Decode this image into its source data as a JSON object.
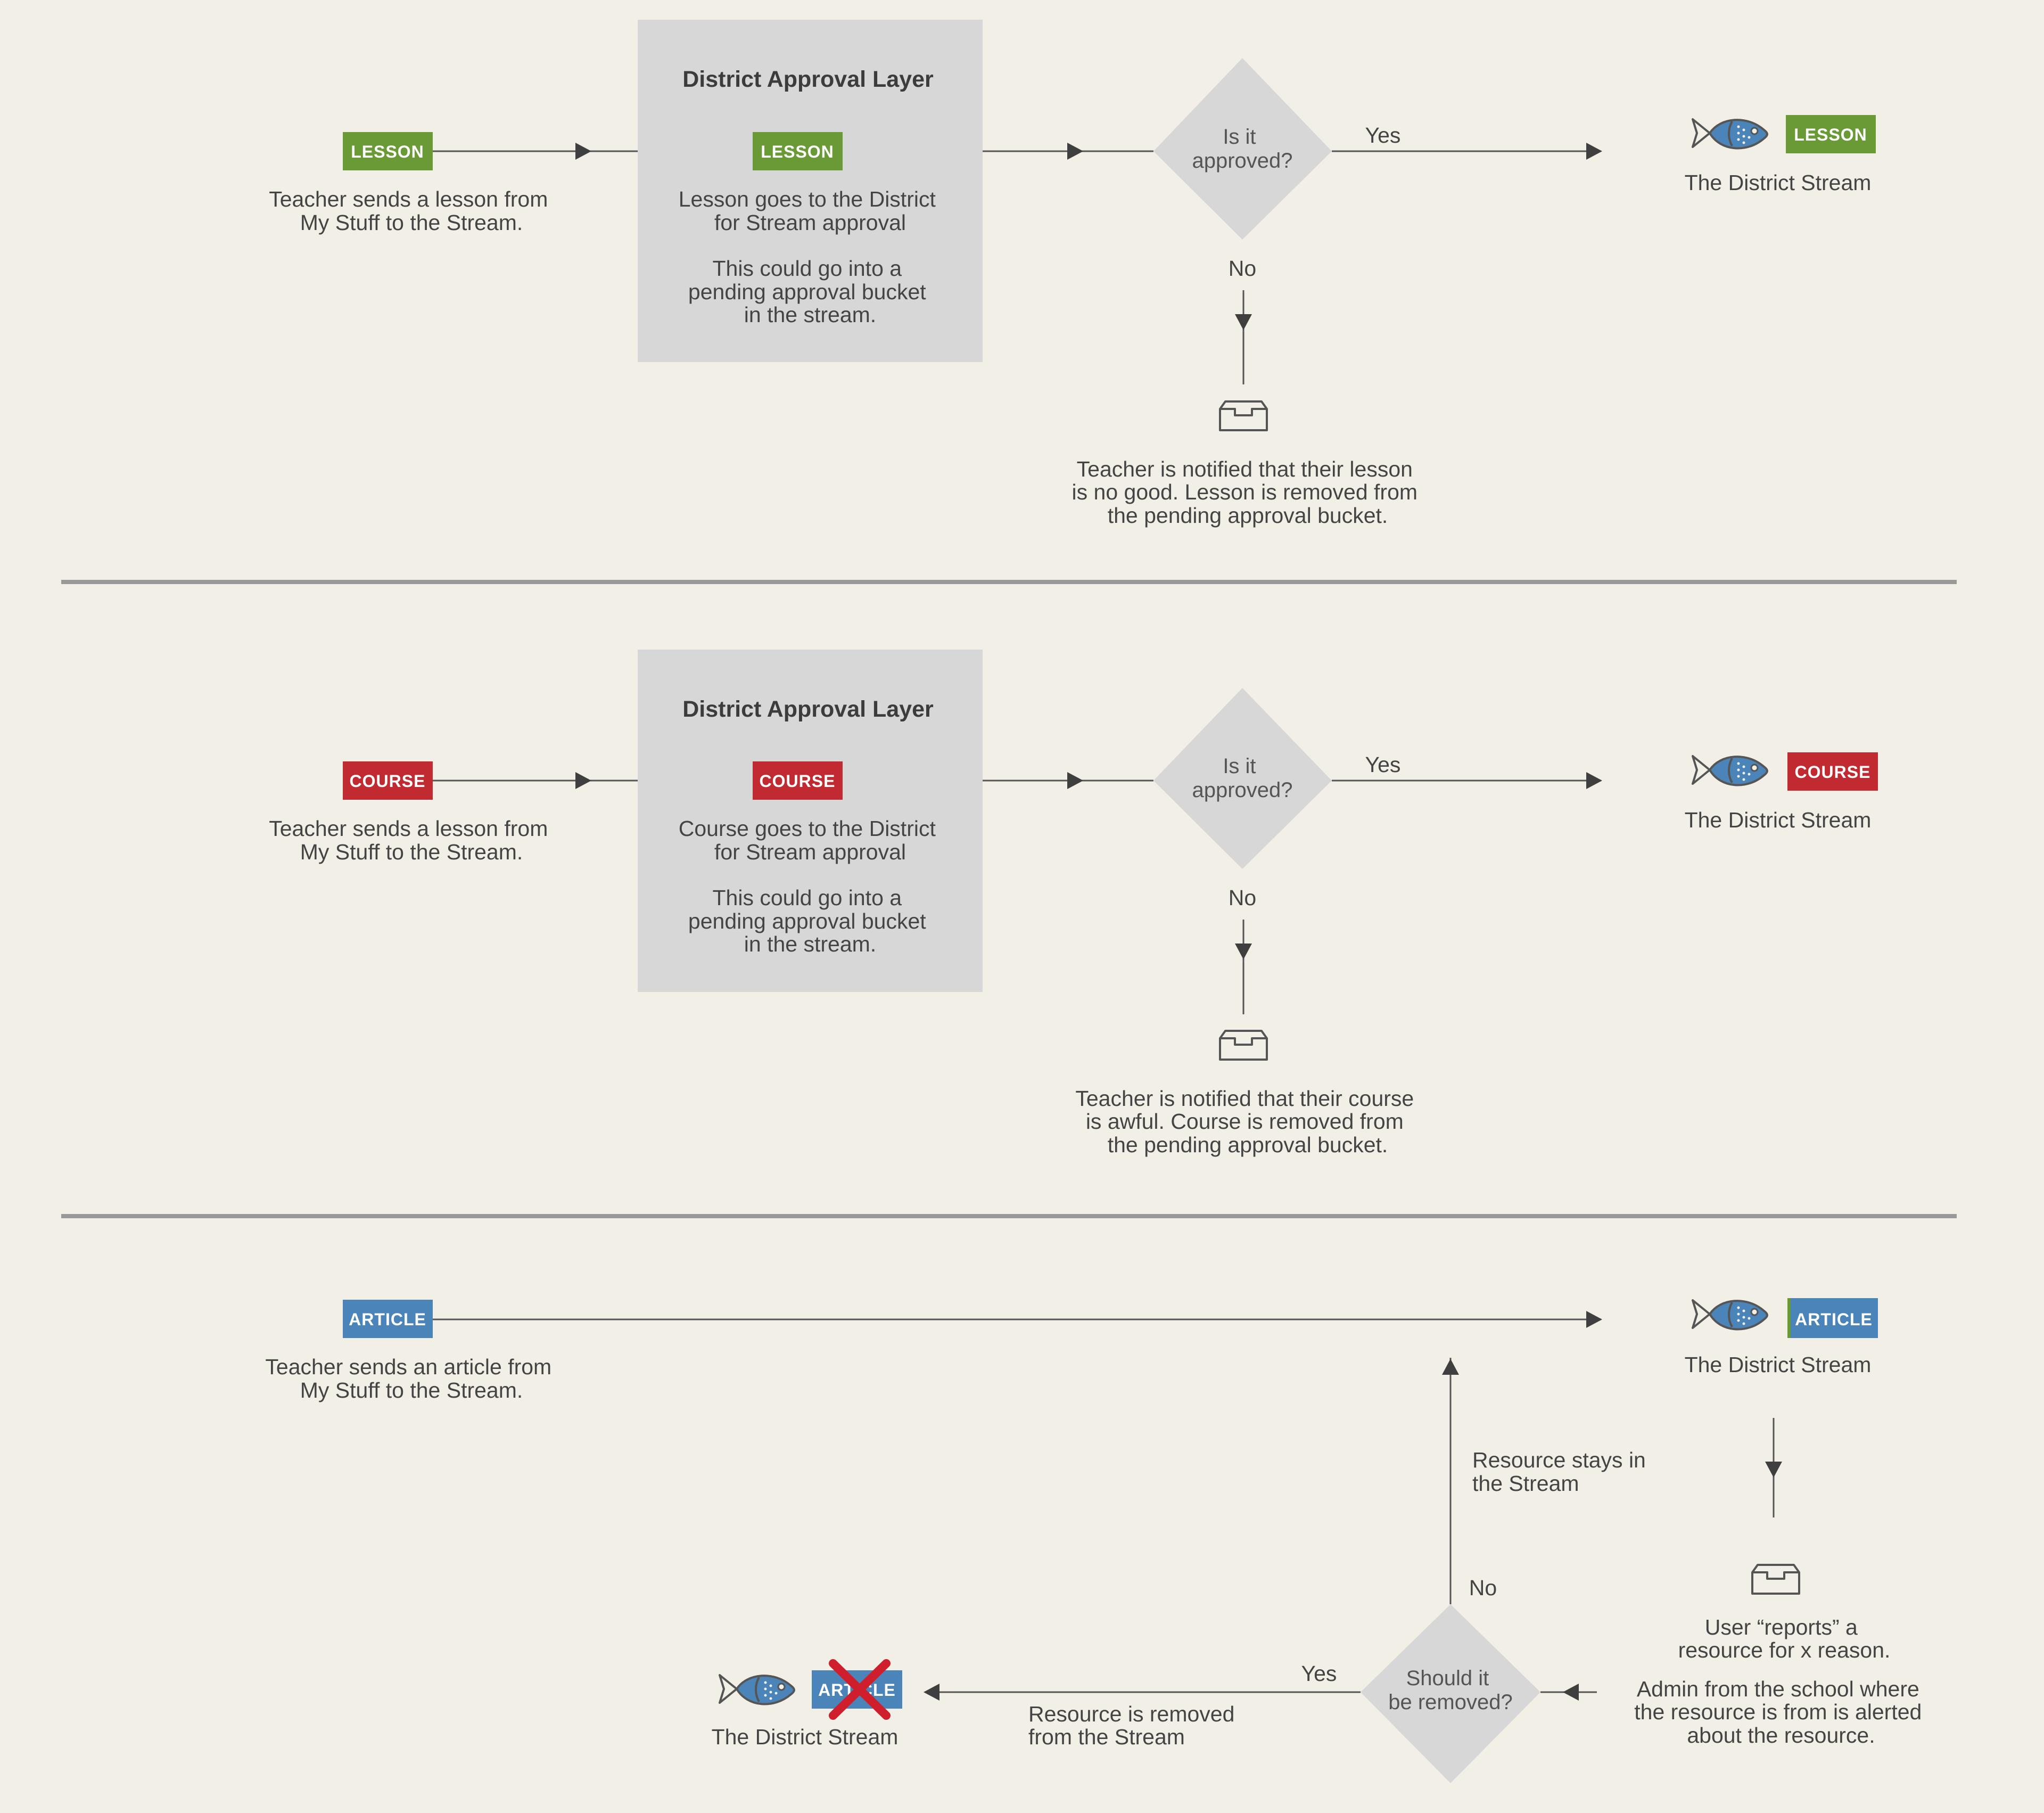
{
  "colors": {
    "background": "#f2f0e6",
    "approval_box": "#d7d7d7",
    "decision_diamond": "#d7d7d7",
    "lesson_tag": "#6a9a35",
    "course_tag": "#c12a30",
    "article_tag": "#4a84b8",
    "fish_body": "#4a84b8",
    "removed_cross": "#d01f2c",
    "separator": "#999999"
  },
  "lesson_flow": {
    "source_tag": "LESSON",
    "source_caption": [
      "Teacher sends a lesson from",
      "My Stuff to the Stream."
    ],
    "approval_title": "District Approval Layer",
    "approval_tag": "LESSON",
    "approval_text_1": [
      "Lesson goes to the District",
      "for Stream approval"
    ],
    "approval_text_2": [
      "This could go into a",
      "pending approval bucket",
      "in the stream."
    ],
    "decision": [
      "Is it",
      "approved?"
    ],
    "yes_label": "Yes",
    "no_label": "No",
    "target_tag": "LESSON",
    "target_caption": "The District Stream",
    "rejection_text": [
      "Teacher is notified that their lesson",
      "is no good. Lesson is removed from",
      "the pending approval bucket."
    ],
    "icons": {
      "target": "fish-icon",
      "rejection": "inbox-tray-icon"
    }
  },
  "course_flow": {
    "source_tag": "COURSE",
    "source_caption": [
      "Teacher sends a lesson from",
      "My Stuff to the Stream."
    ],
    "approval_title": "District Approval Layer",
    "approval_tag": "COURSE",
    "approval_text_1": [
      "Course goes to the District",
      "for Stream approval"
    ],
    "approval_text_2": [
      "This could go into a",
      "pending approval bucket",
      "in the stream."
    ],
    "decision": [
      "Is it",
      "approved?"
    ],
    "yes_label": "Yes",
    "no_label": "No",
    "target_tag": "COURSE",
    "target_caption": "The District Stream",
    "rejection_text": [
      "Teacher is notified that their course",
      "is awful. Course is removed from",
      "the pending approval bucket."
    ],
    "icons": {
      "target": "fish-icon",
      "rejection": "inbox-tray-icon"
    }
  },
  "article_flow": {
    "source_tag": "ARTICLE",
    "source_caption": [
      "Teacher sends an article from",
      "My Stuff to the Stream."
    ],
    "target_tag": "ARTICLE",
    "target_caption": "The District Stream",
    "report_text": [
      "User “reports” a",
      "resource for x reason."
    ],
    "admin_text": [
      "Admin from the school where",
      "the resource is from is alerted",
      "about the resource."
    ],
    "decision": [
      "Should it",
      "be removed?"
    ],
    "no_label": "No",
    "stays_text": [
      "Resource stays in",
      "the Stream"
    ],
    "yes_label": "Yes",
    "removed_text": [
      "Resource is removed",
      "from the Stream"
    ],
    "removed_tag": "ARTICLE",
    "removed_caption": "The District Stream",
    "icons": {
      "target": "fish-icon",
      "report": "inbox-tray-icon",
      "removed": "red-x-icon"
    }
  }
}
